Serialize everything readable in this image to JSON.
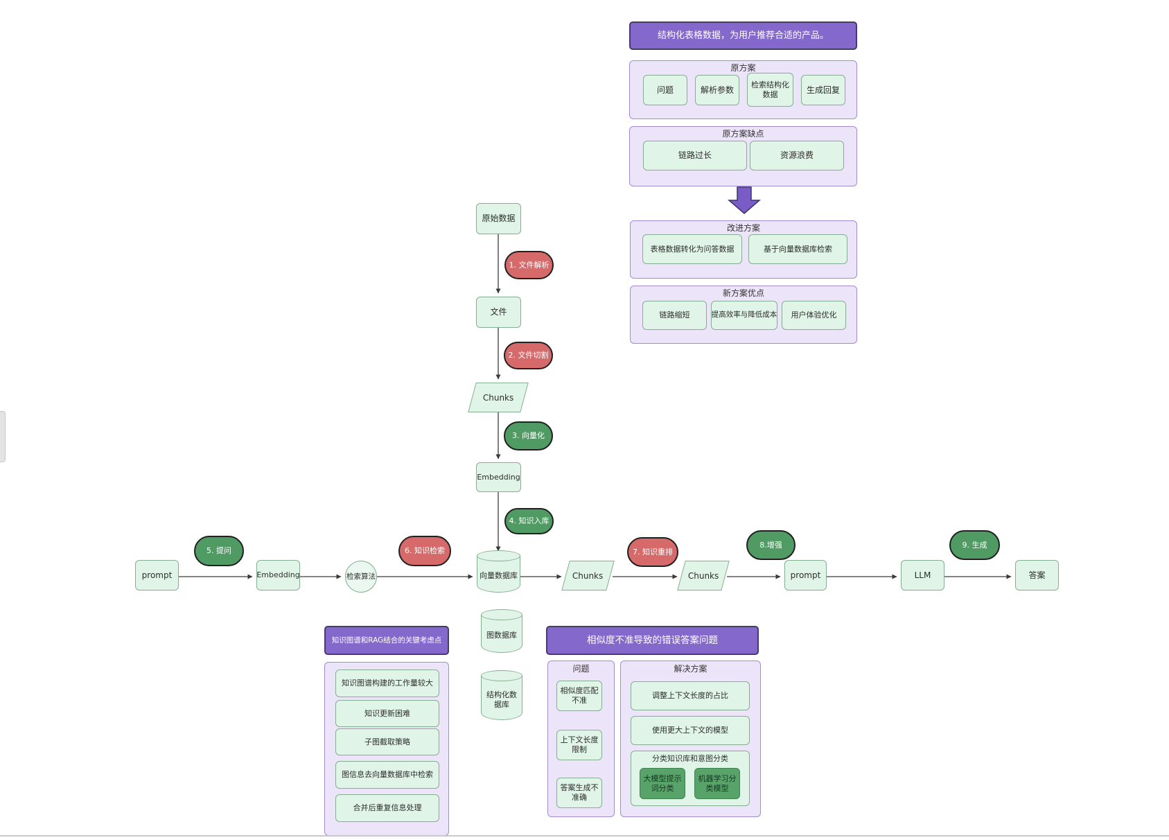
{
  "table_recommendation": {
    "header": "结构化表格数据，为用户推荐合适的产品。",
    "original": {
      "title": "原方案",
      "steps": [
        "问题",
        "解析参数",
        "检索结构化数据",
        "生成回复"
      ]
    },
    "original_cons": {
      "title": "原方案缺点",
      "items": [
        "链路过长",
        "资源浪费"
      ]
    },
    "improved": {
      "title": "改进方案",
      "items": [
        "表格数据转化为问答数据",
        "基于向量数据库检索"
      ]
    },
    "new_pros": {
      "title": "新方案优点",
      "items": [
        "链路缩短",
        "提高效率与降低成本",
        "用户体验优化"
      ]
    }
  },
  "ingest_flow": {
    "nodes": {
      "raw": "原始数据",
      "file": "文件",
      "chunks": "Chunks",
      "embedding": "Embedding",
      "vector_db": "向量数据库"
    },
    "steps": {
      "parse": "1. 文件解析",
      "split": "2. 文件切割",
      "vectorize": "3. 向量化",
      "store": "4. 知识入库"
    }
  },
  "query_flow": {
    "nodes": {
      "prompt": "prompt",
      "embedding": "Embedding",
      "retrieval_algo": "检索算法",
      "chunks1": "Chunks",
      "chunks2": "Chunks",
      "prompt2": "prompt",
      "llm": "LLM",
      "answer": "答案"
    },
    "steps": {
      "ask": "5. 提问",
      "retrieve": "6. 知识检索",
      "rerank": "7. 知识重排",
      "augment": "8.增强",
      "generate": "9. 生成"
    }
  },
  "databases": {
    "graph_db": "图数据库",
    "structured_db": "结构化数据库"
  },
  "kg_section": {
    "header": "知识图谱和RAG结合的关键考虑点",
    "items": [
      "知识图谱构建的工作量较大",
      "知识更新困难",
      "子图截取策略",
      "图信息去向量数据库中检索",
      "合并后重复信息处理"
    ]
  },
  "similarity_section": {
    "header": "相似度不准导致的错误答案问题",
    "problems": {
      "title": "问题",
      "items": [
        "相似度匹配不准",
        "上下文长度限制",
        "答案生成不准确"
      ]
    },
    "solutions": {
      "title": "解决方案",
      "items": [
        "调整上下文长度的占比",
        "使用更大上下文的模型"
      ],
      "classification": {
        "title": "分类知识库和意图分类",
        "items": [
          "大模型提示词分类",
          "机器学习分类模型"
        ]
      }
    }
  },
  "colors": {
    "purple_header": "#8468cb",
    "purple_container": "#ece4f8",
    "purple_arrow": "#7a5cc6",
    "green_box_fill": "#e0f4e7",
    "green_box_border": "#85ad92",
    "red_pill": "#d66a6b",
    "green_pill": "#4f9b63",
    "dark_green_box": "#58a369",
    "arrow_line": "#3a3a3a"
  }
}
